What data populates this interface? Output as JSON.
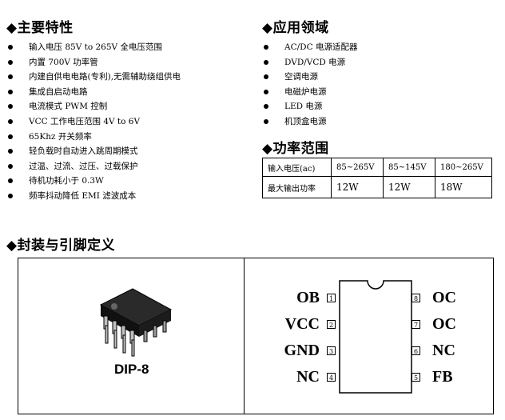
{
  "features": {
    "title": "◆主要特性",
    "items": [
      "输入电压 85V to 265V 全电压范围",
      "内置 700V 功率管",
      "内建自供电电路(专利),无需辅助绕组供电",
      "集成自启动电路",
      "电流模式 PWM 控制",
      "VCC 工作电压范围 4V to 6V",
      "65Khz 开关频率",
      "轻负载时自动进入跳周期模式",
      "过温、过流、过压、过载保护",
      "待机功耗小于 0.3W",
      "频率抖动降低 EMI 滤波成本"
    ]
  },
  "applications": {
    "title": "◆应用领域",
    "items": [
      "AC/DC 电源适配器",
      "DVD/VCD 电源",
      "空调电源",
      "电磁炉电源",
      "LED 电源",
      "机顶盒电源"
    ]
  },
  "power_range": {
    "title": "◆功率范围",
    "header": [
      "输入电压(ac)",
      "85~265V",
      "85~145V",
      "180~265V"
    ],
    "row": [
      "最大输出功率",
      "12W",
      "12W",
      "18W"
    ]
  },
  "package": {
    "title": "◆封装与引脚定义",
    "dip_label": "DIP-8",
    "pins_left": [
      {
        "num": "1",
        "name": "OB"
      },
      {
        "num": "2",
        "name": "VCC"
      },
      {
        "num": "3",
        "name": "GND"
      },
      {
        "num": "4",
        "name": "NC"
      }
    ],
    "pins_right": [
      {
        "num": "8",
        "name": "OC"
      },
      {
        "num": "7",
        "name": "OC"
      },
      {
        "num": "6",
        "name": "NC"
      },
      {
        "num": "5",
        "name": "FB"
      }
    ]
  }
}
